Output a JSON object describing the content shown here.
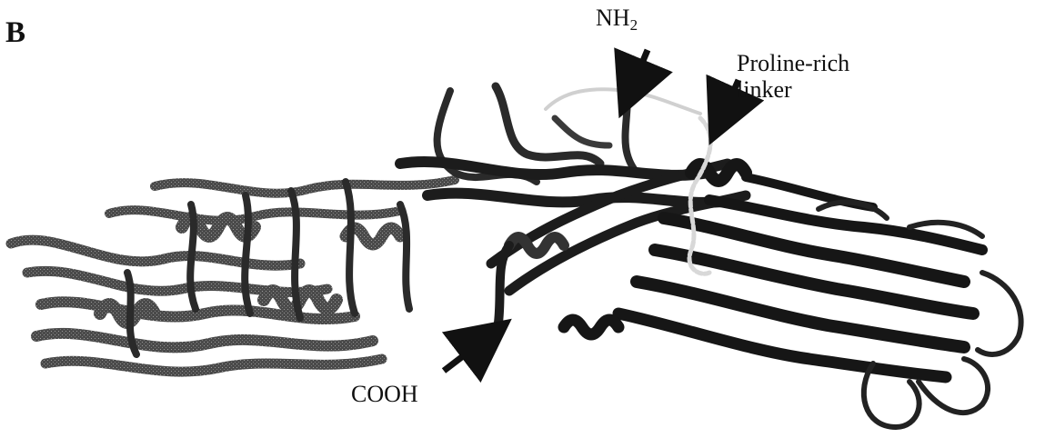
{
  "figure": {
    "panel_letter": "B",
    "labels": {
      "nh2_main": "NH",
      "nh2_sub": "2",
      "proline_line1": "Proline-rich",
      "proline_line2": "linker",
      "cooh": "COOH"
    },
    "colors": {
      "ribbon_dark": "#1c1c1c",
      "ribbon_mid": "#555555",
      "ribbon_light": "#8a8a8a",
      "linker_light": "#d8d8d8"
    }
  }
}
